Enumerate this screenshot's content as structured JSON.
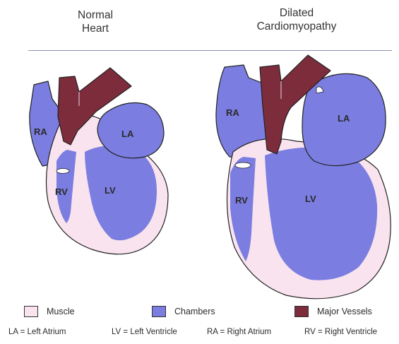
{
  "titles": {
    "normal": [
      "Normal",
      "Heart"
    ],
    "dilated": [
      "Dilated",
      "Cardiomyopathy"
    ]
  },
  "labels": {
    "ra": "RA",
    "la": "LA",
    "rv": "RV",
    "lv": "LV"
  },
  "legend": [
    {
      "label": "Muscle",
      "color": "#f9e3ee"
    },
    {
      "label": "Chambers",
      "color": "#7b7de0"
    },
    {
      "label": "Major Vessels",
      "color": "#7d2c3c"
    }
  ],
  "abbreviations": [
    "LA = Left Atrium",
    "LV = Left Ventricle",
    "RA = Right Atrium",
    "RV = Right Ventricle"
  ],
  "colors": {
    "muscle": "#f9e3ee",
    "chamber": "#7b7de0",
    "vessel": "#7d2c3c",
    "outline": "#222222",
    "rule": "#8a8fb0"
  }
}
